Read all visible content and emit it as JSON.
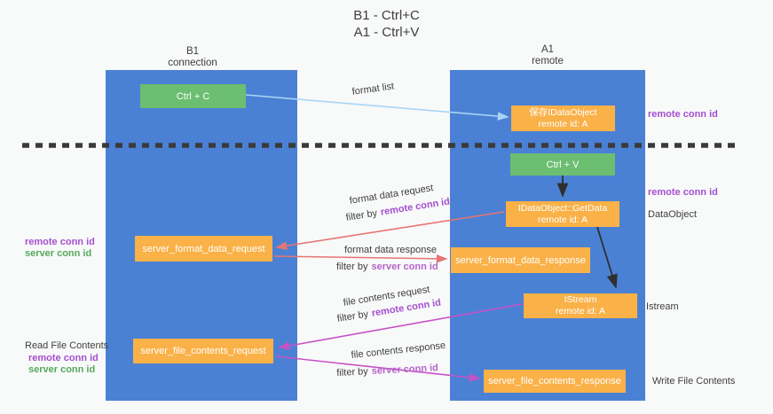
{
  "title": {
    "line1": "B1 - Ctrl+C",
    "line2": "A1 - Ctrl+V"
  },
  "columns": {
    "left": {
      "header_line1": "B1",
      "header_line2": "connection"
    },
    "right": {
      "header_line1": "A1",
      "header_line2": "remote"
    }
  },
  "boxes": {
    "ctrl_c": {
      "label": "Ctrl + C"
    },
    "save_idataobject": {
      "line1": "保存IDataObject",
      "line2": "remote id: A"
    },
    "ctrl_v": {
      "label": "Ctrl + V"
    },
    "getdata": {
      "line1": "IDataObject::GetData",
      "line2": "remote id: A"
    },
    "format_request": {
      "label": "server_format_data_request"
    },
    "format_response": {
      "label": "server_format_data_response"
    },
    "istream": {
      "line1": "IStream",
      "line2": "remote id: A"
    },
    "file_request": {
      "label": "server_file_contents_request"
    },
    "file_response": {
      "label": "server_file_contents_response"
    }
  },
  "side_labels": {
    "right_remote_conn_top": "remote conn id",
    "right_remote_conn_mid": "remote conn id",
    "dataobject": "DataObject",
    "istream": "Istream",
    "write_file": "Write File Contents",
    "left_remote_conn_1": "remote conn id",
    "left_server_conn_1": "server conn id",
    "read_file": "Read File Contents",
    "left_remote_conn_2": "remote conn id",
    "left_server_conn_2": "server conn id"
  },
  "arrow_labels": {
    "format_list": "format list",
    "format_data_request": "format data request",
    "format_data_response": "format data response",
    "file_contents_request": "file contents request",
    "file_contents_response": "file contents response",
    "filter_prefix": "filter by",
    "remote_conn_id": "remote conn id",
    "server_conn_id": "server conn id"
  },
  "colors": {
    "bg": "#f8f9f9",
    "blue": "#4b81d4",
    "green": "#6cbe70",
    "orange": "#f9b148",
    "dark": "#3e3e3e",
    "purple": "#a44fd0",
    "purple_light": "#b564cb",
    "green_label": "#55a95b",
    "arrow_blue": "#aad4f5",
    "arrow_red": "#e87474",
    "arrow_magenta": "#c653c6",
    "arrow_black": "#2f2f2f",
    "dash": "#3a3a3a"
  }
}
